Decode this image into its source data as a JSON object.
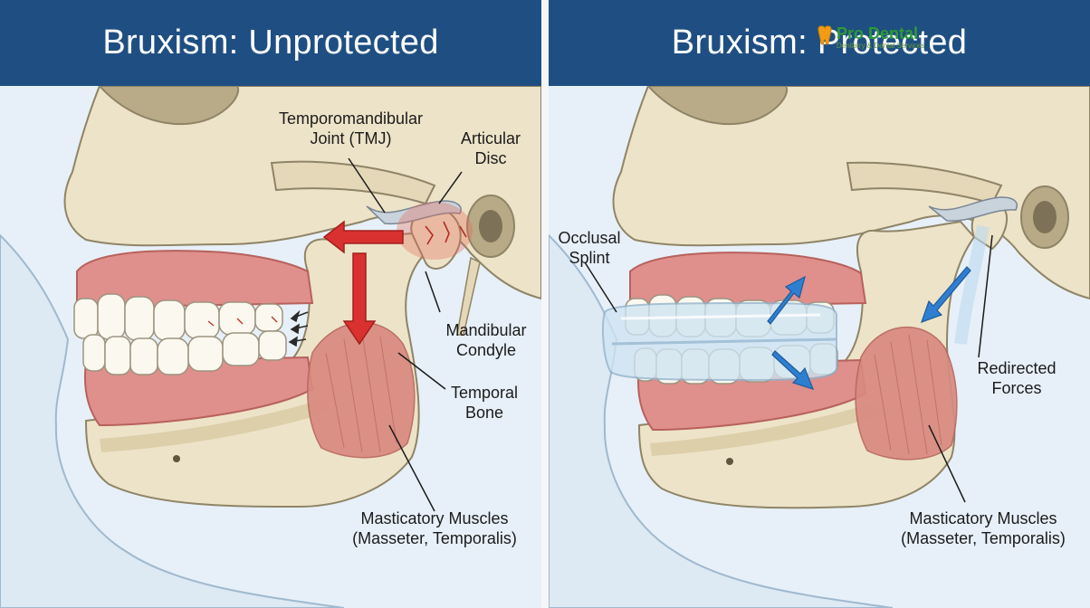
{
  "left": {
    "title": "Bruxism: Unprotected",
    "labels": {
      "tmj": "Temporomandibular\nJoint (TMJ)",
      "disc": "Articular\nDisc",
      "condyle": "Mandibular\nCondyle",
      "temporal_bone": "Temporal\nBone",
      "muscles": "Masticatory Muscles\n(Masseter, Temporalis)"
    }
  },
  "right": {
    "title": "Bruxism: Protected",
    "labels": {
      "splint": "Occlusal\nSplint",
      "forces": "Redirected\nForces",
      "muscles": "Masticatory Muscles\n(Masseter, Temporalis)"
    },
    "logo": {
      "name": "Pro Dental",
      "tagline": "Dentistry & Dental Services"
    }
  },
  "colors": {
    "header": "#1f4f82",
    "background": "#e7f0f8",
    "bone": "#ede3c8",
    "gum": "#df8f8c",
    "muscle": "#d98a80",
    "danger_arrow": "#d9312f",
    "redirect_arrow": "#2f7fd1",
    "splint": "#cfe4f2"
  },
  "icons": [
    "stress-arrow-icon",
    "force-arrow-icon",
    "fracture-mark-icon",
    "tooth-logo-icon"
  ]
}
